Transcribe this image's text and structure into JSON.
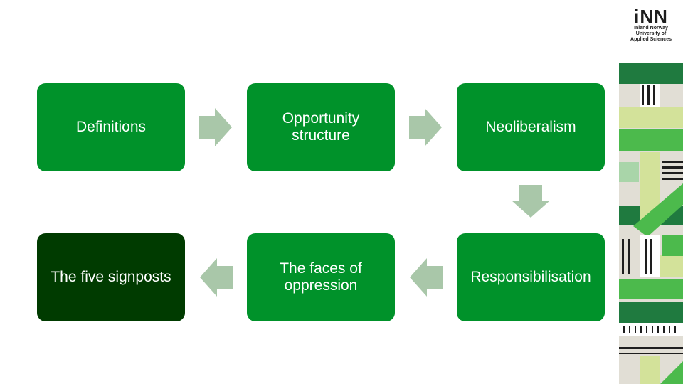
{
  "nodes": [
    {
      "label": "Definitions"
    },
    {
      "label": "Opportunity structure"
    },
    {
      "label": "Neoliberalism"
    },
    {
      "label": "Responsibilisation"
    },
    {
      "label": "The faces of oppression"
    },
    {
      "label": "The five signposts"
    }
  ],
  "logo": {
    "mark": "iNN",
    "lines": [
      "Inland Norway",
      "University of",
      "Applied Sciences"
    ]
  },
  "colors": {
    "box": "#00922a",
    "box_final": "#003b00",
    "arrow": "#a9c7a9",
    "side_beige": "#e1ded5",
    "side_dark_green": "#1f7a3f",
    "side_green": "#4cba4c",
    "side_light_green": "#d3e29a"
  }
}
